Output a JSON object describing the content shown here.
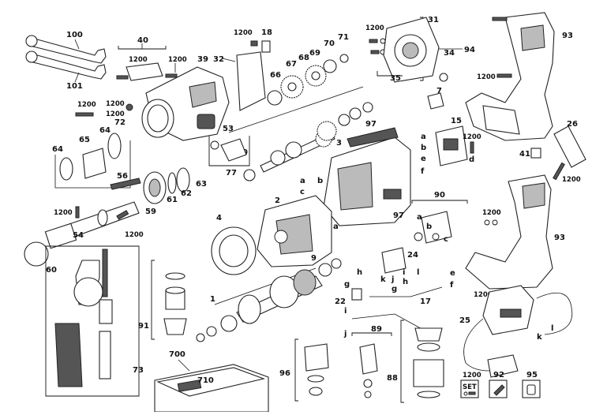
{
  "callouts": {
    "p100": "100",
    "p101": "101",
    "p40": "40",
    "p40a": "1200",
    "p1200_40b": "1200",
    "p39": "39",
    "p1200_18": "1200",
    "p18": "18",
    "p32": "32",
    "p66": "66",
    "p67": "67",
    "p68": "68",
    "p69": "69",
    "p70": "70",
    "p71": "71",
    "p1200_94": "1200",
    "p31": "31",
    "p34": "34",
    "p94": "94",
    "p35": "35",
    "p93a": "93",
    "p1200_hd": "1200",
    "p1200_l": "1200",
    "p1200_l2": "1200",
    "p1200_l3": "1200",
    "p72": "72",
    "p64a": "64",
    "p64b": "64",
    "p65": "65",
    "p53": "53",
    "p30": "30",
    "p77": "77",
    "p3": "3",
    "p97a": "97",
    "p7": "7",
    "p15": "15",
    "p1200_15": "1200",
    "p26": "26",
    "p56": "56",
    "p59": "59",
    "p61": "61",
    "p62": "62",
    "p63": "63",
    "p2": "2",
    "p41": "41",
    "p1200_26": "1200",
    "p1200_54": "1200",
    "p54": "54",
    "p1200_54b": "1200",
    "p60": "60",
    "p4": "4",
    "p97b": "97",
    "p90": "90",
    "p1200_90": "1200",
    "p93b": "93",
    "p9": "9",
    "p24": "24",
    "p22": "22",
    "p17": "17",
    "p1200_17": "1200",
    "p1": "1",
    "p91": "91",
    "p73": "73",
    "p25": "25",
    "p89": "89",
    "p88": "88",
    "p96": "96",
    "p700": "700",
    "p710": "710",
    "p1200_set": "1200",
    "p92": "92",
    "p95": "95"
  },
  "wire_letters": {
    "a": "a",
    "b": "b",
    "c": "c",
    "d": "d",
    "e": "e",
    "f": "f",
    "g": "g",
    "h": "h",
    "i": "i",
    "j": "j",
    "k": "k",
    "l": "l"
  },
  "legend": {
    "set_label": "SET"
  }
}
